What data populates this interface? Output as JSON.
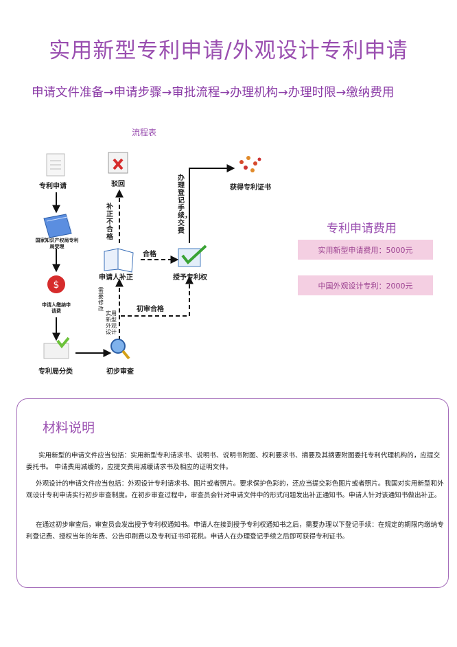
{
  "page": {
    "title": "实用新型专利申请/外观设计专利申请",
    "subtitle": "申请文件准备→申请步骤→审批流程→办理机构→办理时限→缴纳费用"
  },
  "flowchart": {
    "title": "流程表",
    "nodes": {
      "apply": "专利申请",
      "office": "国家知识产权局专利局受理",
      "pay": "申请人缴纳申请费",
      "classify": "专利局分类",
      "prelim": "初步审查",
      "supplement": "申请人补正",
      "reject": "驳回",
      "grant": "授予专利权",
      "certificate": "获得专利证书"
    },
    "edges": {
      "not_qualified": "补正不合格",
      "qualified": "合格",
      "prelim_qualified": "初审合格",
      "register": "办理登记手续，交费",
      "need_modify": "需要修改",
      "utility_design": "实用新型外观设计"
    }
  },
  "fees": {
    "title": "专利申请费用",
    "items": [
      "实用新型申请费用：5000元",
      "中国外观设计专利：2000元"
    ]
  },
  "material": {
    "title": "材料说明",
    "paragraphs": [
      "实用新型的申请文件应当包括：实用新型专利请求书、说明书、说明书附图、权利要求书、摘要及其摘要附图委托专利代理机构的，应提交委托书。   申请费用减缓的，应提交费用减缓请求书及相应的证明文件。",
      "外观设计的申请文件应当包括：外观设计专利请求书、图片或者照片。要求保护色彩的，还应当提交彩色图片或者照片。我国对实用新型和外观设计专利申请实行初步审查制度。在初步审查过程中，审查员会针对申请文件中的形式问题发出补正通知书。申请人针对该通知书做出补正。",
      "在通过初步审查后，审查员会发出授予专利权通知书。申请人在接到授予专利权通知书之后，需要办理以下登记手续：在规定的期限内缴纳专利登记费、授权当年的年费、公告印刷费以及专利证书印花税。申请人在办理登记手续之后即可获得专利证书。"
    ]
  },
  "colors": {
    "accent": "#9a4fb0",
    "fee_box": "#f4cfe2"
  }
}
